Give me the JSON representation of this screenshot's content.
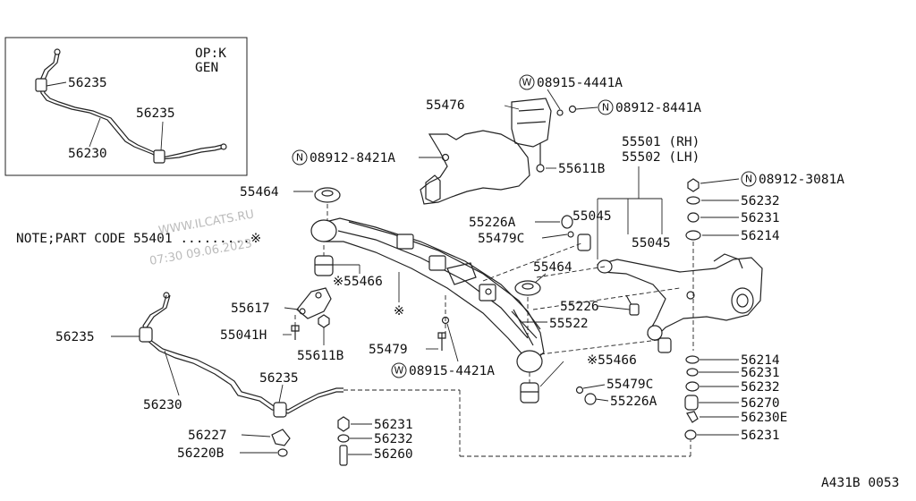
{
  "inset": {
    "note_line1": "OP:K",
    "note_line2": "GEN",
    "labels": [
      "56235",
      "56235",
      "56230"
    ]
  },
  "labels": {
    "p55476": "55476",
    "p08915_4441A": "08915-4441A",
    "p08912_8441A": "08912-8441A",
    "p08912_8421A": "08912-8421A",
    "p55611B_top": "55611B",
    "p55501": "55501 (RH)",
    "p55502": "55502 (LH)",
    "p08912_3081A": "08912-3081A",
    "p55464_left": "55464",
    "p56232_top": "56232",
    "p56231_top": "56231",
    "p56214_top": "56214",
    "p55226A_top": "55226A",
    "p55045_a": "55045",
    "p55479C_top": "55479C",
    "p55045_b": "55045",
    "note": "NOTE;PART CODE 55401 .........※",
    "p55464_mid": "55464",
    "p55466_top": "※55466",
    "p55617": "55617",
    "asterisk": "※",
    "p55226": "55226",
    "p55522": "55522",
    "p55041H": "55041H",
    "p55611B_bottom": "55611B",
    "p56235_main": "56235",
    "p55479": "55479",
    "p08915_4421A": "08915-4421A",
    "p55466_bottom": "※55466",
    "p56214_bottom": "56214",
    "p56231_bottom": "56231",
    "p56232_bottom": "56232",
    "p56270": "56270",
    "p56230E": "56230E",
    "p56231_last": "56231",
    "p56235_lower": "56235",
    "p56230": "56230",
    "p55479C_bottom": "55479C",
    "p55226A_bottom": "55226A",
    "p56231_stack": "56231",
    "p56232_stack": "56232",
    "p56260": "56260",
    "p56227": "56227",
    "p56220B": "56220B",
    "diagram_id": "A431B 0053"
  },
  "circle_marks": {
    "w": "W",
    "n": "N"
  },
  "watermark": {
    "line1": "WWW.ILCATS.RU",
    "line2": "07:30 09.06.2023"
  }
}
